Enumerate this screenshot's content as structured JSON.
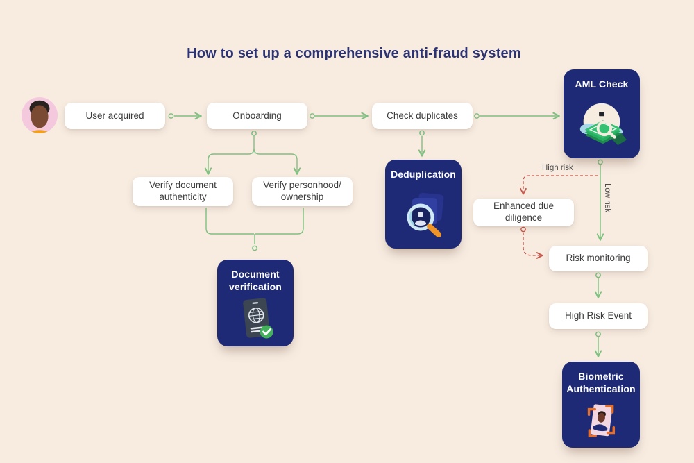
{
  "title": "How to set up a comprehensive anti-fraud system",
  "nodes": {
    "user_acquired": {
      "label": "User acquired",
      "type": "step"
    },
    "onboarding": {
      "label": "Onboarding",
      "type": "step"
    },
    "check_duplicates": {
      "label": "Check duplicates",
      "type": "step"
    },
    "aml_check": {
      "label": "AML Check",
      "type": "card"
    },
    "verify_document": {
      "label": "Verify document\nauthenticity",
      "type": "step"
    },
    "verify_personhood": {
      "label": "Verify personhood/\nownership",
      "type": "step"
    },
    "document_verification": {
      "label": "Document\nverification",
      "type": "card"
    },
    "deduplication": {
      "label": "Deduplication",
      "type": "card"
    },
    "enhanced_due_diligence": {
      "label": "Enhanced due\ndiligence",
      "type": "step"
    },
    "risk_monitoring": {
      "label": "Risk monitoring",
      "type": "step"
    },
    "high_risk_event": {
      "label": "High Risk Event",
      "type": "step"
    },
    "biometric_authentication": {
      "label": "Biometric\nAuthentication",
      "type": "card"
    }
  },
  "edges": {
    "high_risk_label": "High risk",
    "low_risk_label": "Low risk"
  },
  "connections": [
    {
      "from": "User acquired",
      "to": "Onboarding",
      "style": "solid-green"
    },
    {
      "from": "Onboarding",
      "to": "Check duplicates",
      "style": "solid-green"
    },
    {
      "from": "Check duplicates",
      "to": "AML Check",
      "style": "solid-green"
    },
    {
      "from": "Onboarding",
      "to": "Verify document authenticity",
      "style": "solid-green"
    },
    {
      "from": "Onboarding",
      "to": "Verify personhood/ownership",
      "style": "solid-green"
    },
    {
      "from": "Verify document authenticity",
      "to": "Document verification",
      "style": "solid-green"
    },
    {
      "from": "Verify personhood/ownership",
      "to": "Document verification",
      "style": "solid-green"
    },
    {
      "from": "Check duplicates",
      "to": "Deduplication",
      "style": "solid-green"
    },
    {
      "from": "AML Check",
      "to": "Risk monitoring",
      "style": "solid-green",
      "label": "Low risk"
    },
    {
      "from": "AML Check",
      "to": "Enhanced due diligence",
      "style": "dashed-red",
      "label": "High risk"
    },
    {
      "from": "Enhanced due diligence",
      "to": "Risk monitoring",
      "style": "dashed-red"
    },
    {
      "from": "Risk monitoring",
      "to": "High Risk Event",
      "style": "solid-green"
    },
    {
      "from": "High Risk Event",
      "to": "Biometric Authentication",
      "style": "solid-green"
    }
  ],
  "icons": {
    "avatar": "user-avatar-icon",
    "aml": "money-magnifier-icon",
    "deduplication": "magnifier-documents-icon",
    "document_verification": "passport-check-icon",
    "biometric": "id-card-scan-icon"
  },
  "colors": {
    "background": "#f8ece1",
    "navy_card": "#1e2a76",
    "title_navy": "#2c3374",
    "connector_green": "#7ec07f",
    "connector_red": "#c6564a",
    "node_text": "#3b3b3b",
    "node_bg": "#ffffff"
  }
}
